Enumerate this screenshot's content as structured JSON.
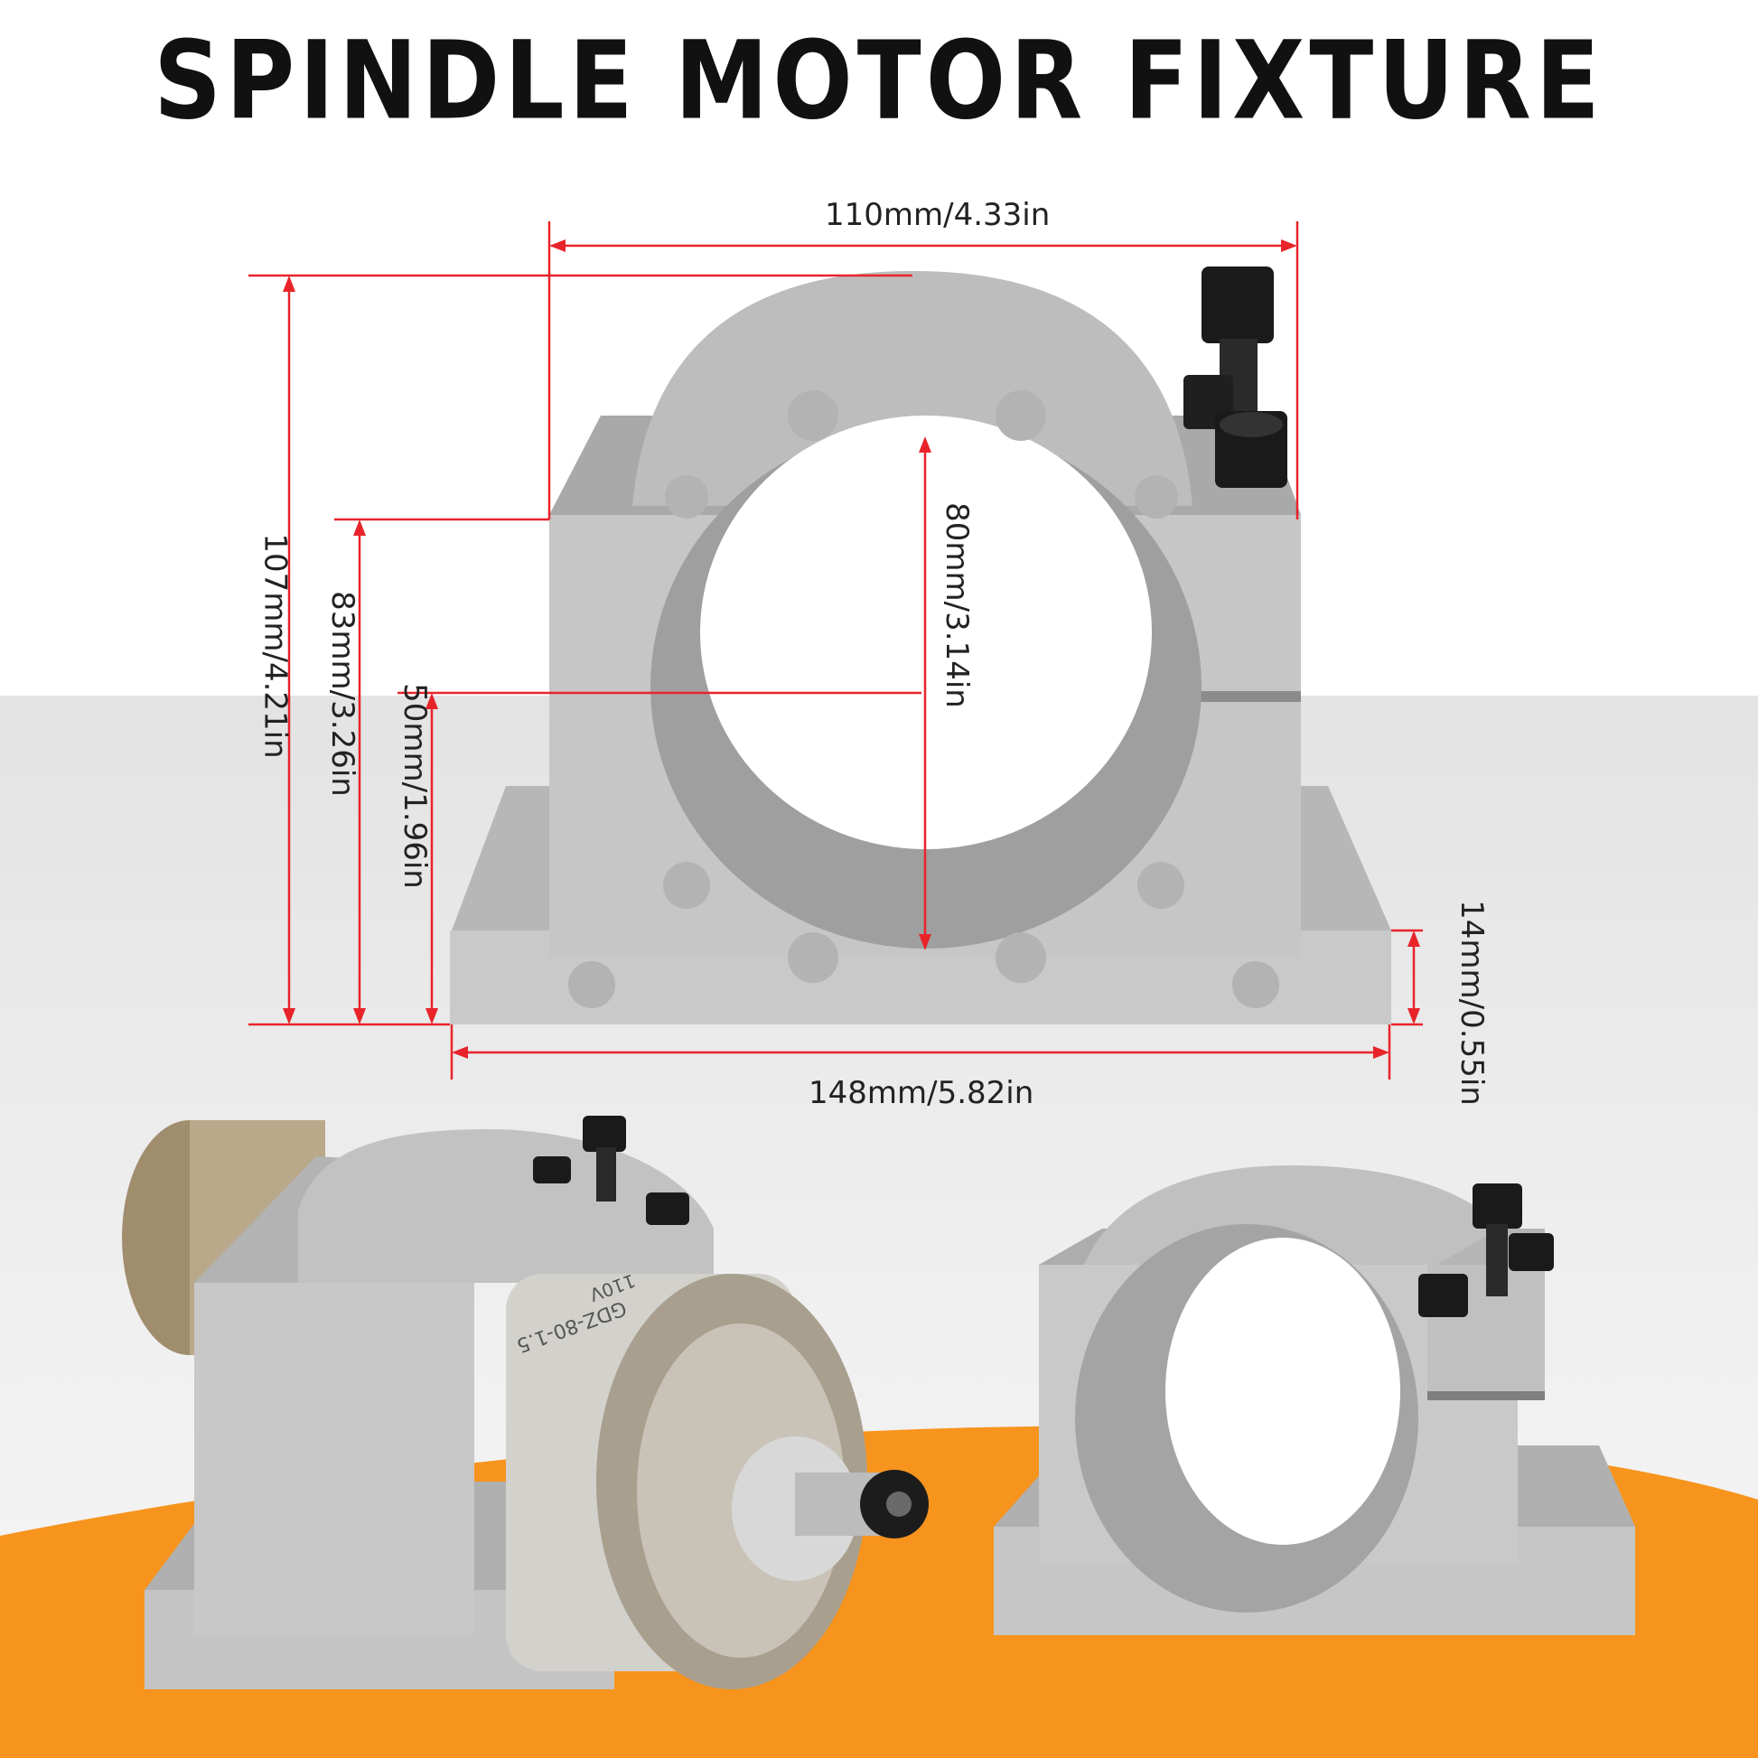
{
  "title": "SPINDLE MOTOR FIXTURE",
  "dimensions": {
    "width_top": "110mm/4.33in",
    "total_height": "107mm/4.21in",
    "base_to_top_block": "83mm/3.26in",
    "center_height": "50mm/1.96in",
    "bore_diameter": "80mm/3.14in",
    "base_thickness": "14mm/0.55in",
    "base_width": "148mm/5.82in"
  },
  "motor_labels": {
    "model": "GDZ-80-1.5",
    "voltage": "110V"
  },
  "colors": {
    "dimension_line": "#e8242a",
    "accent_background": "#f7941d",
    "aluminum": "#c9c9c9",
    "bolt": "#1a1a1a"
  }
}
